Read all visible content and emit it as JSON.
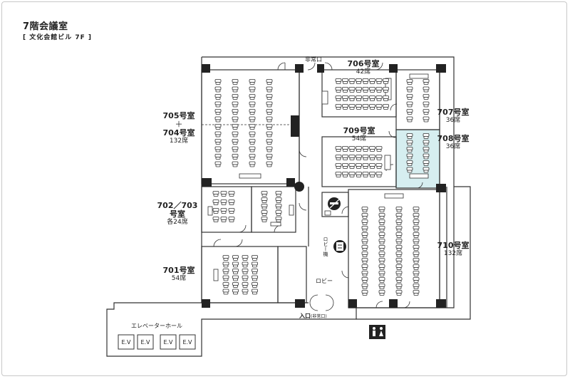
{
  "title": "7階会議室",
  "subtitle": "[ 文化会館ビル 7F ]",
  "rooms": {
    "r706": {
      "name": "706号室",
      "cap": "42席"
    },
    "r707": {
      "name": "707号室",
      "cap": "36席"
    },
    "r708": {
      "name": "708号室",
      "cap": "36席"
    },
    "r709": {
      "name": "709号室",
      "cap": "54席"
    },
    "r705_704": {
      "line1": "705号室",
      "plus": "＋",
      "line2": "704号室",
      "cap": "132席"
    },
    "r702_703": {
      "line1": "702／703",
      "line2": "号室",
      "cap": "各24席"
    },
    "r701": {
      "name": "701号室",
      "cap": "54席"
    },
    "r710": {
      "name": "710号室",
      "cap": "132席"
    }
  },
  "labels": {
    "emergency_exit": "非常口",
    "lobby": "ロビー",
    "lobby_vending": "ロビー機",
    "entrance": "入口",
    "entrance_note": "(非常口)",
    "elevator_hall": "エレベーターホール",
    "ev": [
      "E.V",
      "E.V",
      "E.V",
      "E.V"
    ]
  },
  "colors": {
    "highlight": "#d6eef0",
    "line": "#333333",
    "pillar": "#222222"
  },
  "icons": [
    "no-smoking-icon",
    "vending-machine-icon",
    "restroom-icon"
  ]
}
